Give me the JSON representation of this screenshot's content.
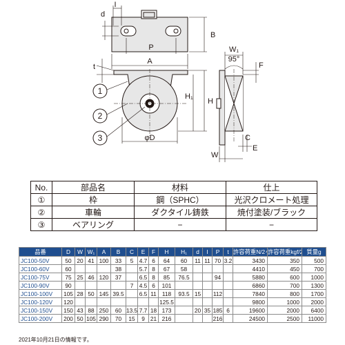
{
  "drawing": {
    "labels": {
      "I": "I",
      "d": "d",
      "B": "B",
      "P": "P",
      "A": "A",
      "t": "t",
      "H1": "H₁",
      "H": "H",
      "phiD": "φD",
      "W1": "W₁",
      "angle": "95°",
      "F": "F",
      "C": "C",
      "E": "E",
      "W": "W",
      "callout1": "1",
      "callout2": "2",
      "callout3": "3"
    }
  },
  "parts_table": {
    "headers": [
      "No.",
      "部品名",
      "材料",
      "仕上"
    ],
    "rows": [
      {
        "no": "①",
        "name": "枠",
        "material": "鋼（SPHC）",
        "finish": "光沢クロメート処理"
      },
      {
        "no": "②",
        "name": "車輪",
        "material": "ダクタイル鋳鉄",
        "finish": "焼付塗装/ブラック"
      },
      {
        "no": "③",
        "name": "ベアリング",
        "material": "−",
        "finish": "−"
      }
    ]
  },
  "spec_table": {
    "headers": [
      "品番",
      "D",
      "W",
      "W₁",
      "A",
      "B",
      "C",
      "E",
      "F",
      "H",
      "H₁",
      "d",
      "I",
      "P",
      "t",
      "許容荷重N/2ヶ",
      "許容荷重kgf/2ヶ",
      "質量g"
    ],
    "rows": [
      [
        "JC100-50V",
        "50",
        "20",
        "41",
        "100",
        "33",
        "5",
        "4.7",
        "6",
        "64",
        "60",
        "11",
        "11",
        "70",
        "3.2",
        "3430",
        "350",
        "500"
      ],
      [
        "JC100-60V",
        "60",
        "",
        "",
        "",
        "38",
        "",
        "5.7",
        "8",
        "67",
        "58",
        "",
        "",
        "",
        "",
        "4410",
        "450",
        "700"
      ],
      [
        "JC100-75V",
        "75",
        "25",
        "46",
        "120",
        "37",
        "",
        "6.5",
        "8",
        "85",
        "76.5",
        "",
        "",
        "94",
        "",
        "5880",
        "600",
        "1000"
      ],
      [
        "JC100-90V",
        "90",
        "",
        "",
        "",
        "",
        "7",
        "4.5",
        "6",
        "101",
        "",
        "",
        "",
        "",
        "",
        "6860",
        "700",
        "1300"
      ],
      [
        "JC100-100V",
        "105",
        "28",
        "50",
        "145",
        "39.5",
        "",
        "6.5",
        "11",
        "118",
        "93.5",
        "15",
        "",
        "112",
        "",
        "7840",
        "800",
        "1700"
      ],
      [
        "JC100-120V",
        "120",
        "",
        "",
        "",
        "",
        "",
        "",
        "",
        "125.5",
        "",
        "",
        "",
        "",
        "",
        "9800",
        "1000",
        "2000"
      ],
      [
        "JC100-150V",
        "150",
        "43",
        "88",
        "250",
        "60",
        "13.5",
        "7.7",
        "18",
        "173",
        "",
        "20",
        "35",
        "185",
        "6",
        "19600",
        "2000",
        "6400"
      ],
      [
        "JC100-200V",
        "200",
        "50",
        "105",
        "290",
        "70",
        "15",
        "9",
        "21",
        "216",
        "",
        "",
        "",
        "216",
        "",
        "24500",
        "2500",
        "11000"
      ]
    ]
  },
  "note": "2021年10月21日の情報です。"
}
